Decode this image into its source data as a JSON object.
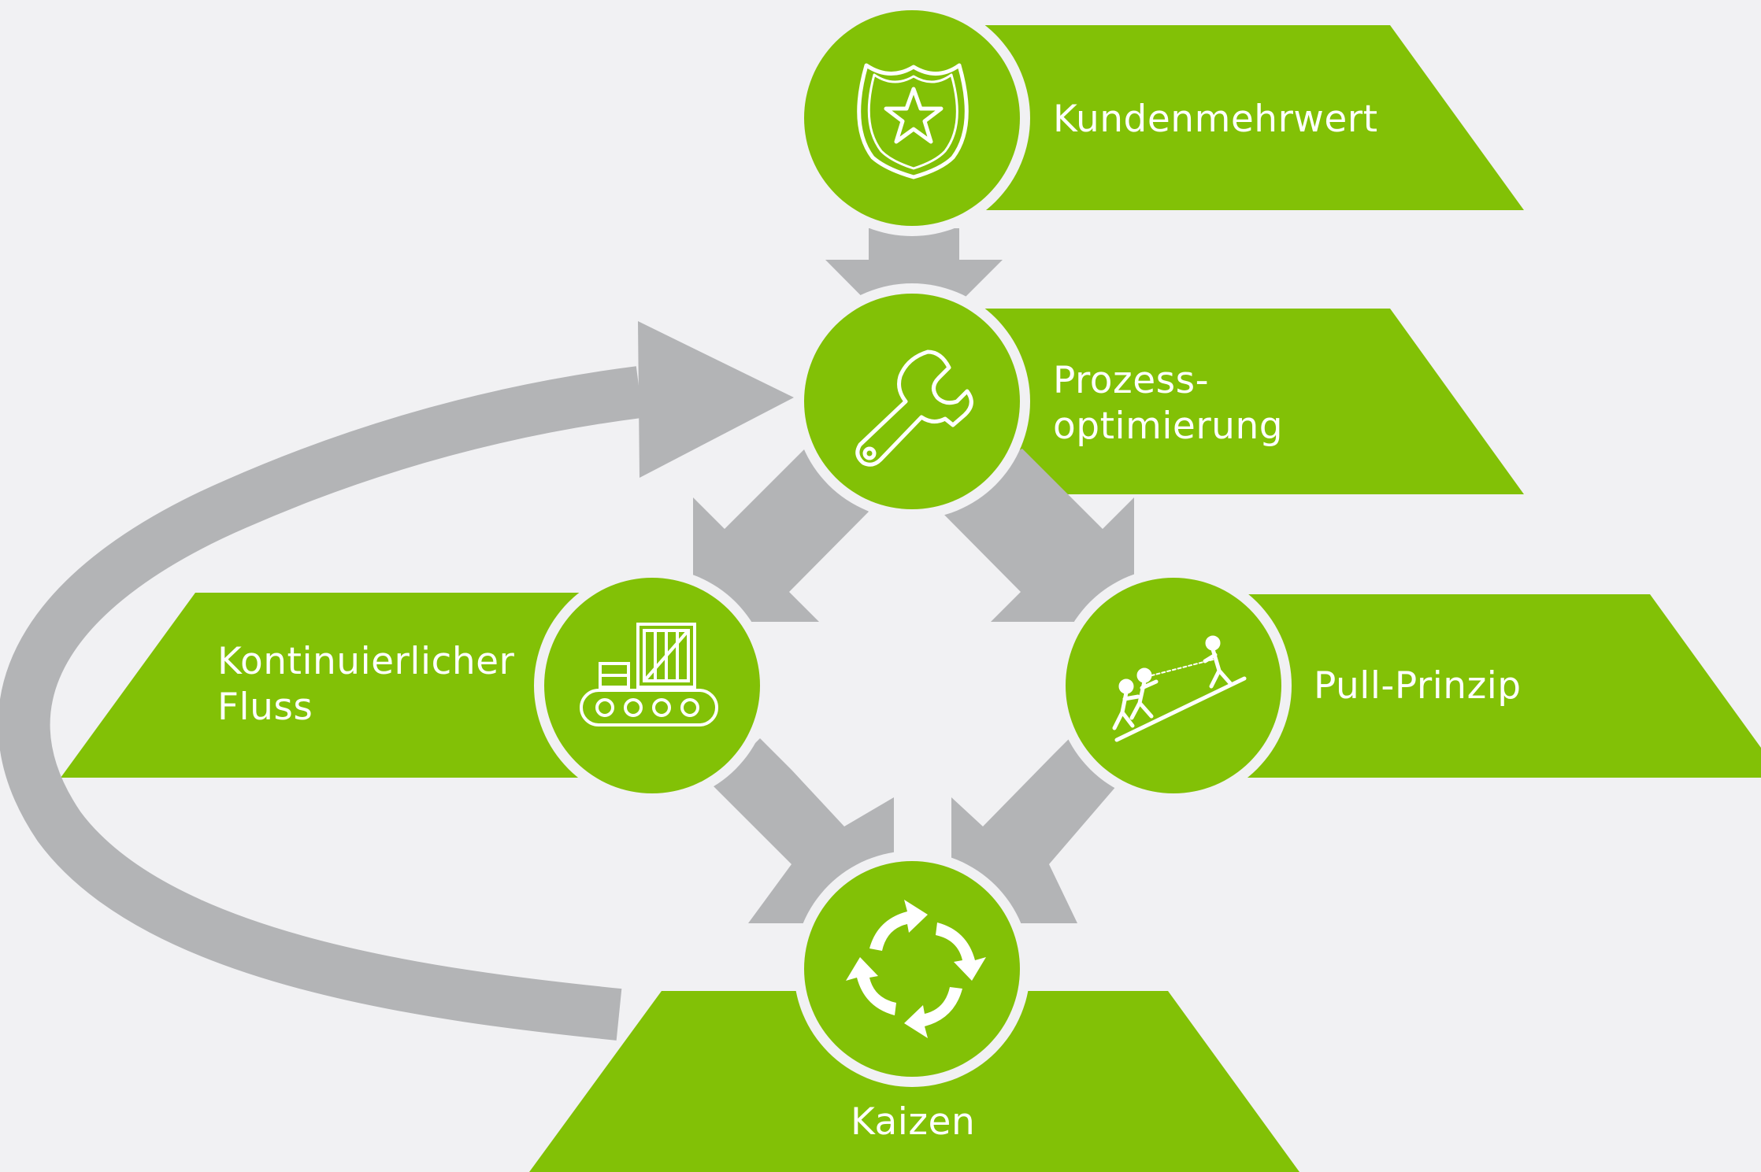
{
  "colors": {
    "green": "#82c106",
    "arrow_gray": "#b3b4b6",
    "background": "#f1f1f3",
    "text": "#ffffff"
  },
  "nodes": {
    "kundenmehrwert": {
      "label": "Kundenmehrwert",
      "icon": "shield-star-icon"
    },
    "prozessoptimierung": {
      "line1": "Prozess-",
      "line2": "optimierung",
      "icon": "wrench-icon"
    },
    "kontinuierlicher_fluss": {
      "line1": "Kontinuierlicher",
      "line2": "Fluss",
      "icon": "conveyor-crate-icon"
    },
    "pull_prinzip": {
      "label": "Pull-Prinzip",
      "icon": "people-pulling-rope-icon"
    },
    "kaizen": {
      "label": "Kaizen",
      "icon": "cycle-arrows-icon"
    }
  }
}
